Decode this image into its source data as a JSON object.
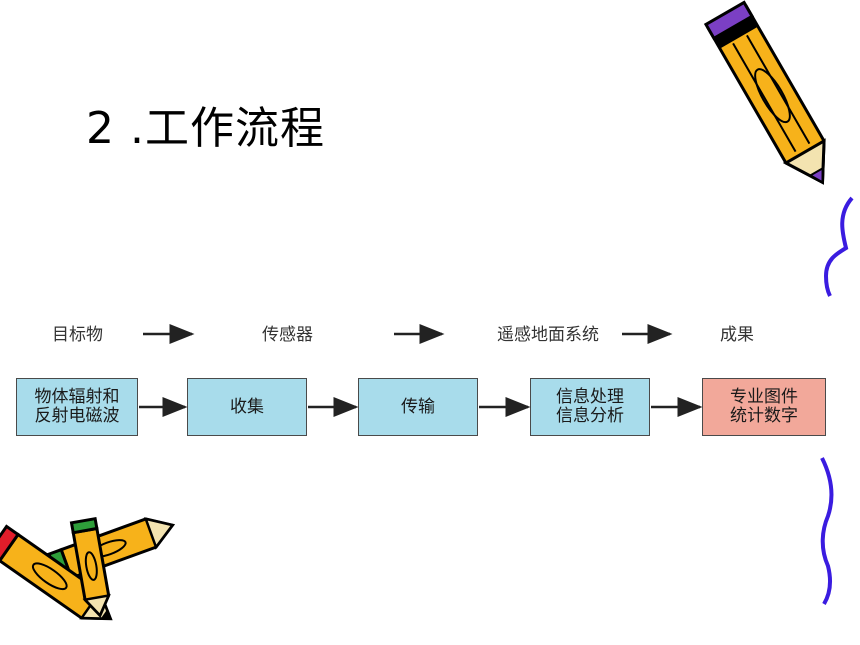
{
  "title": "2 .工作流程",
  "diagram": {
    "stages": [
      "目标物",
      "传感器",
      "遥感地面系统",
      "成果"
    ],
    "boxes": [
      {
        "lines": [
          "物体辐射和",
          "反射电磁波"
        ],
        "color": "#A8DCEB"
      },
      {
        "lines": [
          "收集"
        ],
        "color": "#A8DCEB"
      },
      {
        "lines": [
          "传输"
        ],
        "color": "#A8DCEB"
      },
      {
        "lines": [
          "信息处理",
          "信息分析"
        ],
        "color": "#A8DCEB"
      },
      {
        "lines": [
          "专业图件",
          "统计数字"
        ],
        "color": "#F2A89A"
      }
    ]
  },
  "decorations": [
    "pencil-icon",
    "crossed-pencils-icon",
    "purple-brace"
  ]
}
